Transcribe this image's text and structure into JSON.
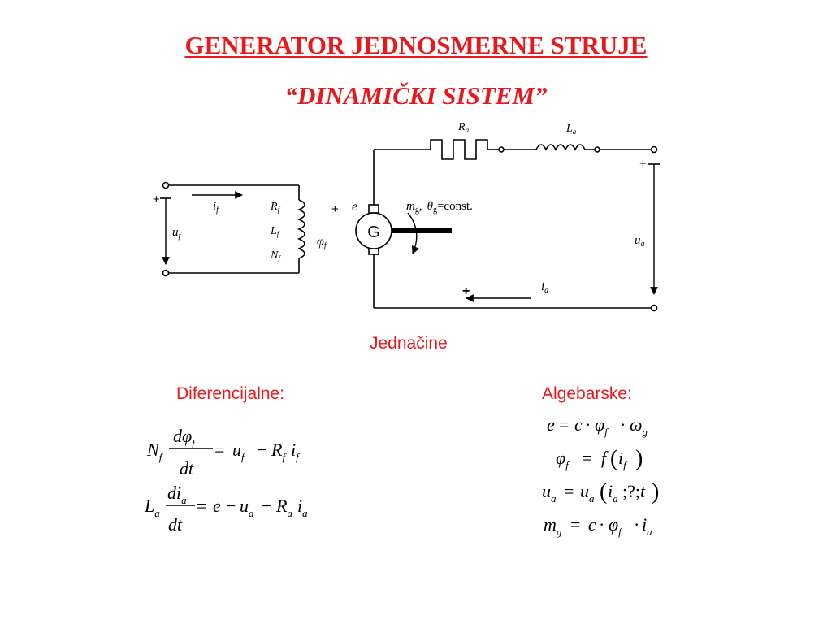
{
  "slide": {
    "title": "GENERATOR JEDNOSMERNE STRUJE",
    "subtitle": "“DINAMIČKI SISTEM”",
    "section_label": "Jednačine",
    "diff_label": "Diferencijalne:",
    "alg_label": "Algebarske:"
  },
  "circuit": {
    "plus": "+",
    "if_main": "i",
    "if_sub": "f",
    "uf_main": "u",
    "uf_sub": "f",
    "rf_main": "R",
    "rf_sub": "f",
    "lf_main": "L",
    "lf_sub": "f",
    "nf_main": "N",
    "nf_sub": "f",
    "phi_main": "φ",
    "phi_sub": "f",
    "e": "e",
    "g": "G",
    "ra_main": "R",
    "ra_sub": "a",
    "la_main": "L",
    "la_sub": "a",
    "ua_main": "u",
    "ua_sub": "a",
    "ia_main": "i",
    "ia_sub": "a",
    "mg_main": "m",
    "mg_sub": "g",
    "comma": ",",
    "theta_main": "θ",
    "theta_sub": "g",
    "const": "=const."
  },
  "eq": {
    "N": "N",
    "f": "f",
    "d": "d",
    "phi": "φ",
    "dt": "dt",
    "eq": "=",
    "u": "u",
    "minus": "−",
    "R": "R",
    "i": "i",
    "L": "L",
    "a": "a",
    "di": "di",
    "e": "e",
    "c": "c",
    "dot": "·",
    "omega": "ω",
    "g": "g",
    "fn": "f",
    "lp": "(",
    "rp": ")",
    "semi1": ";",
    "q": "?",
    "semi2": ";",
    "t": "t",
    "m": "m"
  }
}
